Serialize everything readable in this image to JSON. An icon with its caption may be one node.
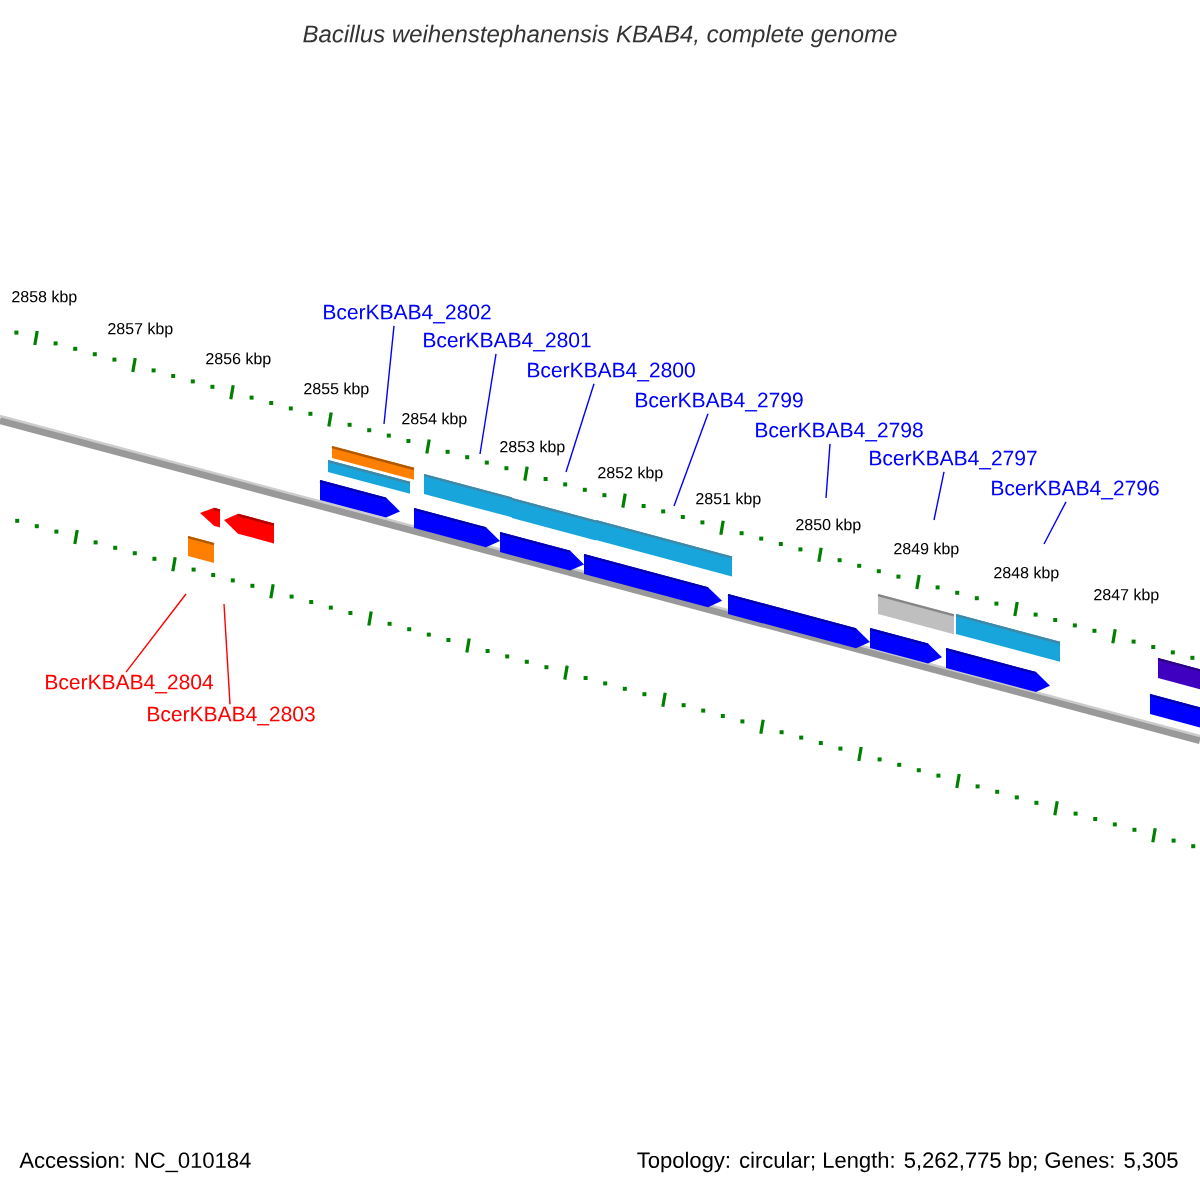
{
  "diagram": {
    "title": "Bacillus weihenstephanensis KBAB4, complete genome",
    "nodes": [
      {
        "text": [
          "BcerKBAB4_2802"
        ]
      },
      {
        "text": [
          "BcerKBAB4_2801"
        ]
      },
      {
        "text": [
          "BcerKBAB4_2800"
        ]
      },
      {
        "text": [
          "BcerKBAB4_2799"
        ]
      },
      {
        "text": [
          "BcerKBAB4_2798"
        ]
      },
      {
        "text": [
          "BcerKBAB4_2797"
        ]
      },
      {
        "text": [
          "BcerKBAB4_2796"
        ]
      },
      {
        "text": [
          "BcerKBAB4_2804"
        ]
      },
      {
        "text": [
          "BcerKBAB4_2803"
        ]
      }
    ],
    "edges": [
      {
        "from": 0,
        "to": null,
        "arrow": "none"
      },
      {
        "from": 1,
        "to": null,
        "arrow": "none"
      },
      {
        "from": 2,
        "to": null,
        "arrow": "none"
      },
      {
        "from": 3,
        "to": null,
        "arrow": "none"
      },
      {
        "from": 4,
        "to": null,
        "arrow": "none"
      },
      {
        "from": 5,
        "to": null,
        "arrow": "none"
      },
      {
        "from": 6,
        "to": null,
        "arrow": "none"
      },
      {
        "from": 7,
        "to": null,
        "arrow": "none",
        "color": "#ff0000"
      },
      {
        "from": 8,
        "to": null,
        "arrow": "none",
        "color": "#ff0000"
      }
    ],
    "labels": [
      "2858 kbp",
      "2857 kbp",
      "2856 kbp",
      "2855 kbp",
      "2854 kbp",
      "2853 kbp",
      "2852 kbp",
      "2851 kbp",
      "2850 kbp",
      "2849 kbp",
      "2848 kbp",
      "2847 kbp",
      "Accession: NC_010184",
      "Topology: circular; Length: 5,262,775 bp; Genes: 5,305"
    ]
  }
}
